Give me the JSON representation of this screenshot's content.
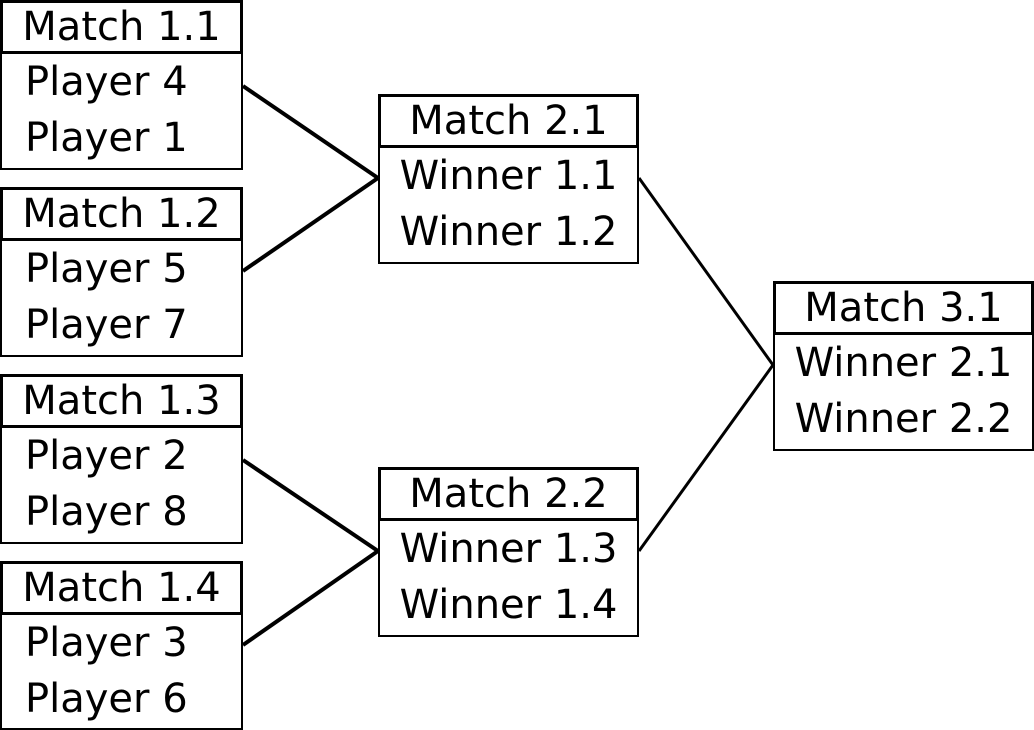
{
  "round1": [
    {
      "title": "Match 1.1",
      "slots": [
        "Player 4",
        "Player 1"
      ]
    },
    {
      "title": "Match 1.2",
      "slots": [
        "Player 5",
        "Player 7"
      ]
    },
    {
      "title": "Match 1.3",
      "slots": [
        "Player 2",
        "Player 8"
      ]
    },
    {
      "title": "Match 1.4",
      "slots": [
        "Player 3",
        "Player 6"
      ]
    }
  ],
  "round2": [
    {
      "title": "Match 2.1",
      "slots": [
        "Winner 1.1",
        "Winner 1.2"
      ]
    },
    {
      "title": "Match 2.2",
      "slots": [
        "Winner 1.3",
        "Winner 1.4"
      ]
    }
  ],
  "round3": [
    {
      "title": "Match 3.1",
      "slots": [
        "Winner 2.1",
        "Winner 2.2"
      ]
    }
  ],
  "colors": {
    "line": "#000000",
    "box_fill": "#ffffff",
    "text": "#000000"
  }
}
